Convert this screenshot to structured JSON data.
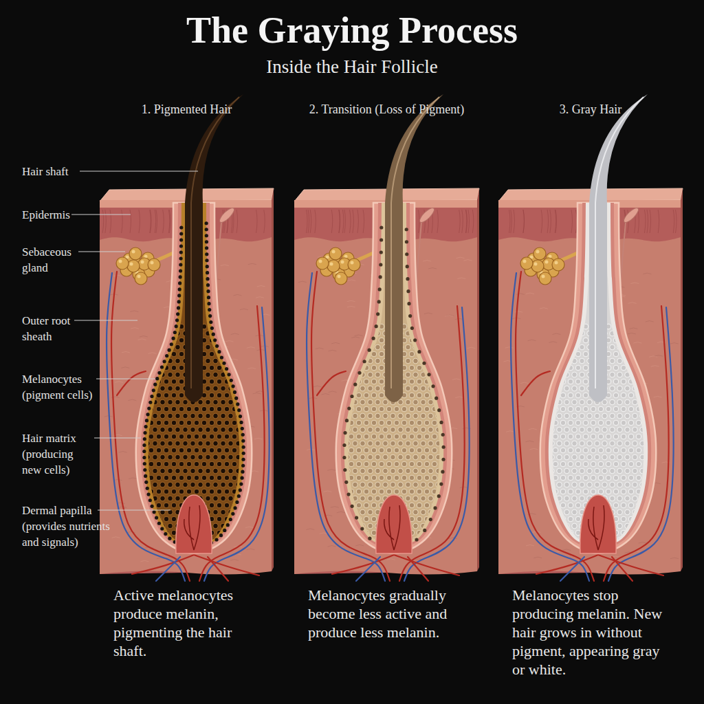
{
  "diagram": {
    "title": "The Graying Process",
    "nodes": [
      {
        "text": [
          "1. Pigmented Hair",
          "Active melanocytes produce melanin, pigmenting the hair shaft."
        ]
      },
      {
        "text": [
          "2. Transition (Loss of Pigment)",
          "Melanocytes gradually become less active and produce less melanin."
        ]
      },
      {
        "text": [
          "3. Gray Hair",
          "Melanocytes stop producing melanin. New hair grows in without pigment, appearing gray or white."
        ]
      }
    ],
    "labels": [
      "Inside the Hair Follicle",
      "Hair shaft",
      "Epidermis",
      "Sebaceous gland",
      "Outer root sheath",
      "Melanocytes (pigment cells)",
      "Hair matrix (producing new cells)",
      "Dermal papilla (provides nutrients and signals)"
    ]
  }
}
